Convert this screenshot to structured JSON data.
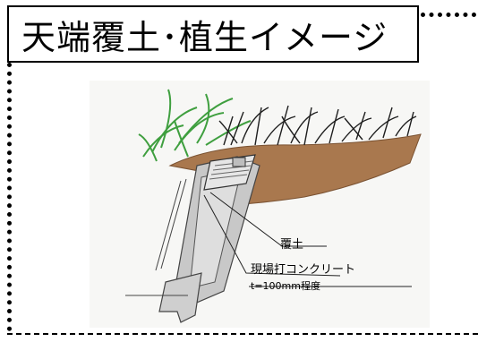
{
  "title": "天端覆土･植生イメージ",
  "diagram": {
    "labels": {
      "soil_cover": "覆土",
      "cast_in_place_concrete": "現場打コンクリート",
      "thickness": "t=100mm程度"
    }
  },
  "colors": {
    "soil": "#a9784e",
    "grass_light": "#4caf50",
    "grass_dark": "#1e1e1e",
    "concrete": "#c8c8c8",
    "background": "#ffffff"
  }
}
